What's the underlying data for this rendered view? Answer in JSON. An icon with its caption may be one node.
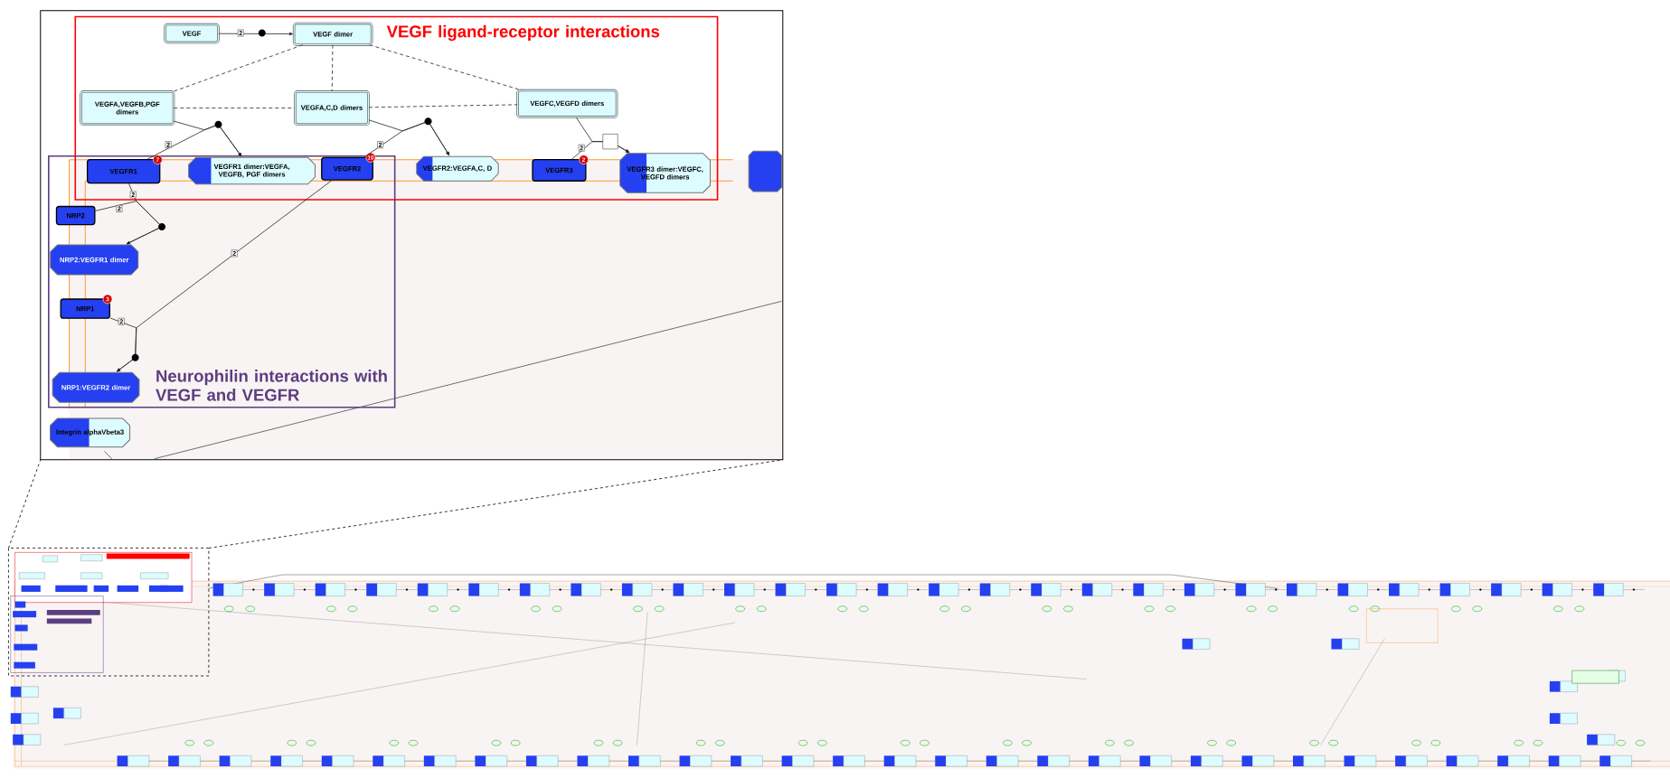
{
  "diagram": {
    "nodes": [
      {
        "text": [
          "VEGF ligand-receptor interactions"
        ]
      },
      {
        "text": [
          "Neurophilin interactions with VEGF and VEGFR"
        ]
      },
      {
        "text": [
          "VEGF"
        ],
        "in": 0
      },
      {
        "text": [
          "VEGF dimer"
        ],
        "in": 0
      },
      {
        "text": [
          "VEGFA,VEGFB,PGF dimers"
        ],
        "in": 0
      },
      {
        "text": [
          "VEGFA,C,D dimers"
        ],
        "in": 0
      },
      {
        "text": [
          "VEGFC,VEGFD dimers"
        ],
        "in": 0
      },
      {
        "text": [
          "VEGFR1"
        ],
        "beside": [
          "7"
        ]
      },
      {
        "text": [
          "VEGFR1 dimer:VEGFA, VEGFB, PGF dimers"
        ]
      },
      {
        "text": [
          "VEGFR2"
        ],
        "beside": [
          "10"
        ]
      },
      {
        "text": [
          "VEGFR2:VEGFA,C, D"
        ],
        "in": 0
      },
      {
        "text": [
          "VEGFR3"
        ],
        "beside": [
          "2"
        ],
        "in": 0
      },
      {
        "text": [
          "VEGFR3 dimer:VEGFC, VEGFD dimers"
        ],
        "in": 0
      },
      {
        "text": [],
        "shape": "box"
      },
      {
        "text": [
          "NRP2"
        ],
        "in": 1
      },
      {
        "text": [
          "NRP2:VEGFR1 dimer"
        ],
        "in": 1
      },
      {
        "text": [
          "NRP1"
        ],
        "beside": [
          "3"
        ],
        "in": 1
      },
      {
        "text": [
          "NRP1:VEGFR2 dimer"
        ],
        "in": 1
      },
      {
        "text": [
          "Integrin alphaVbeta3"
        ]
      }
    ],
    "edges": [
      {
        "from": 2,
        "to": 3,
        "arrow": "to",
        "label": "2"
      },
      {
        "from": 3,
        "to": 4,
        "arrow": "none",
        "style": "dashed"
      },
      {
        "from": 3,
        "to": 5,
        "arrow": "none",
        "style": "dashed"
      },
      {
        "from": 3,
        "to": 6,
        "arrow": "none",
        "style": "dashed"
      },
      {
        "from": 4,
        "to": 5,
        "arrow": "none",
        "style": "dashed"
      },
      {
        "from": 5,
        "to": 6,
        "arrow": "none",
        "style": "dashed"
      },
      {
        "from": 4,
        "to": 8,
        "arrow": "to"
      },
      {
        "from": 7,
        "to": 8,
        "arrow": "to",
        "label": "2"
      },
      {
        "from": 5,
        "to": 10,
        "arrow": "to"
      },
      {
        "from": 9,
        "to": 10,
        "arrow": "to",
        "label": "2"
      },
      {
        "from": 6,
        "to": 12,
        "arrow": "to"
      },
      {
        "from": 11,
        "to": 12,
        "arrow": "to",
        "label": "2"
      },
      {
        "from": 7,
        "to": 15,
        "arrow": "to",
        "label": "2"
      },
      {
        "from": 14,
        "to": 15,
        "arrow": "to",
        "label": "2"
      },
      {
        "from": 9,
        "to": 17,
        "arrow": "to",
        "label": "2"
      },
      {
        "from": 16,
        "to": 17,
        "arrow": "to",
        "label": "2"
      }
    ]
  }
}
